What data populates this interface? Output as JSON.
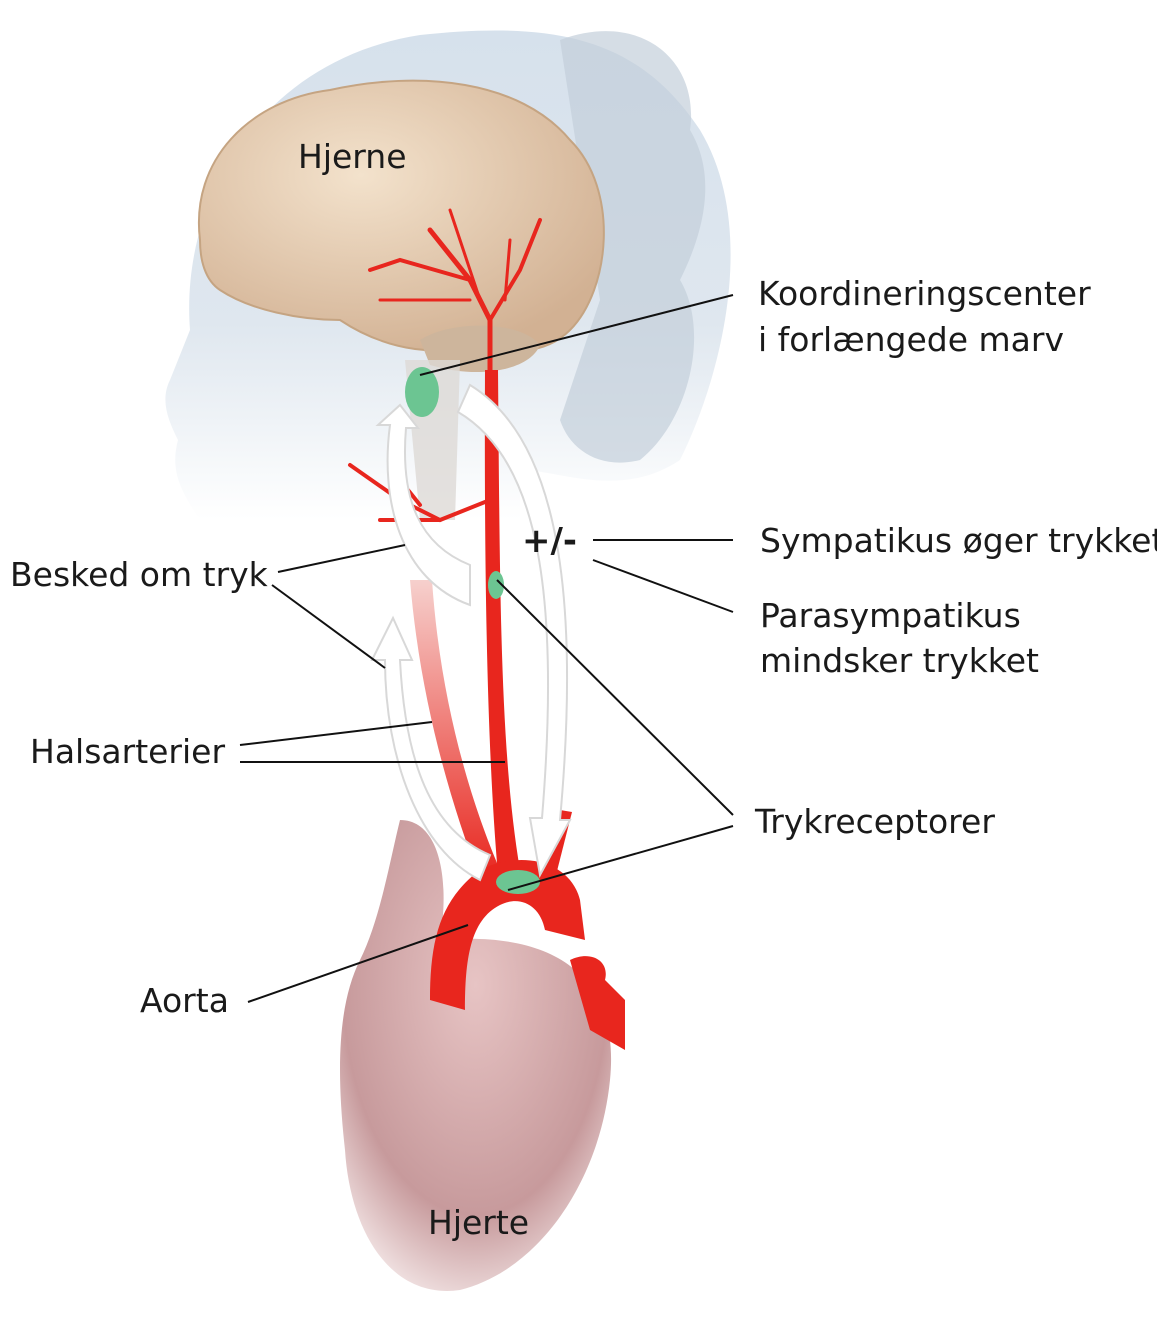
{
  "labels": {
    "brain": "Hjerne",
    "center_line1": "Koordineringscenter",
    "center_line2": "i forlængede marv",
    "plus_minus": "+/-",
    "sympathetic": "Sympatikus øger trykket",
    "parasym_line1": "Parasympatikus",
    "parasym_line2": "mindsker trykket",
    "message": "Besked om tryk",
    "carotids": "Halsarterier",
    "receptors": "Trykreceptorer",
    "aorta": "Aorta",
    "heart": "Hjerte"
  },
  "colors": {
    "artery": "#e8261e",
    "receptor": "#6cc592",
    "brain": "#e8cfb4",
    "head": "#cfdbe6",
    "heart": "#c99a9a"
  }
}
